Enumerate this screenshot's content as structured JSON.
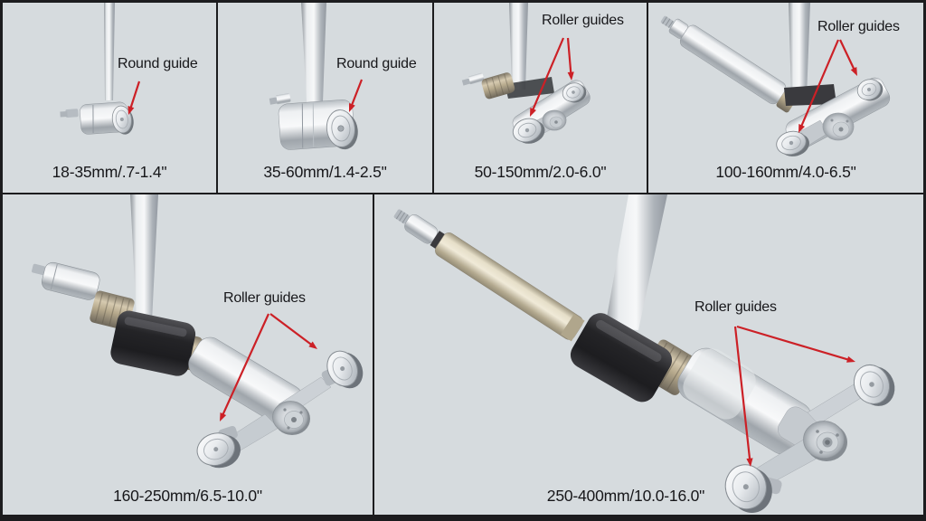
{
  "figure": {
    "description_note": ""
  },
  "colors": {
    "background": "#d6dbde",
    "border": "#1c1c1e",
    "arrow": "#cc2026",
    "text": "#17171a"
  },
  "panels": [
    {
      "label": "Round guide",
      "caption": "18-35mm/.7-1.4\""
    },
    {
      "label": "Round guide",
      "caption": "35-60mm/1.4-2.5\""
    },
    {
      "label": "Roller guides",
      "caption": "50-150mm/2.0-6.0\""
    },
    {
      "label": "Roller guides",
      "caption": "100-160mm/4.0-6.5\""
    },
    {
      "label": "Roller guides",
      "caption": "160-250mm/6.5-10.0\""
    },
    {
      "label": "Roller guides",
      "caption": "250-400mm/10.0-16.0\""
    }
  ]
}
